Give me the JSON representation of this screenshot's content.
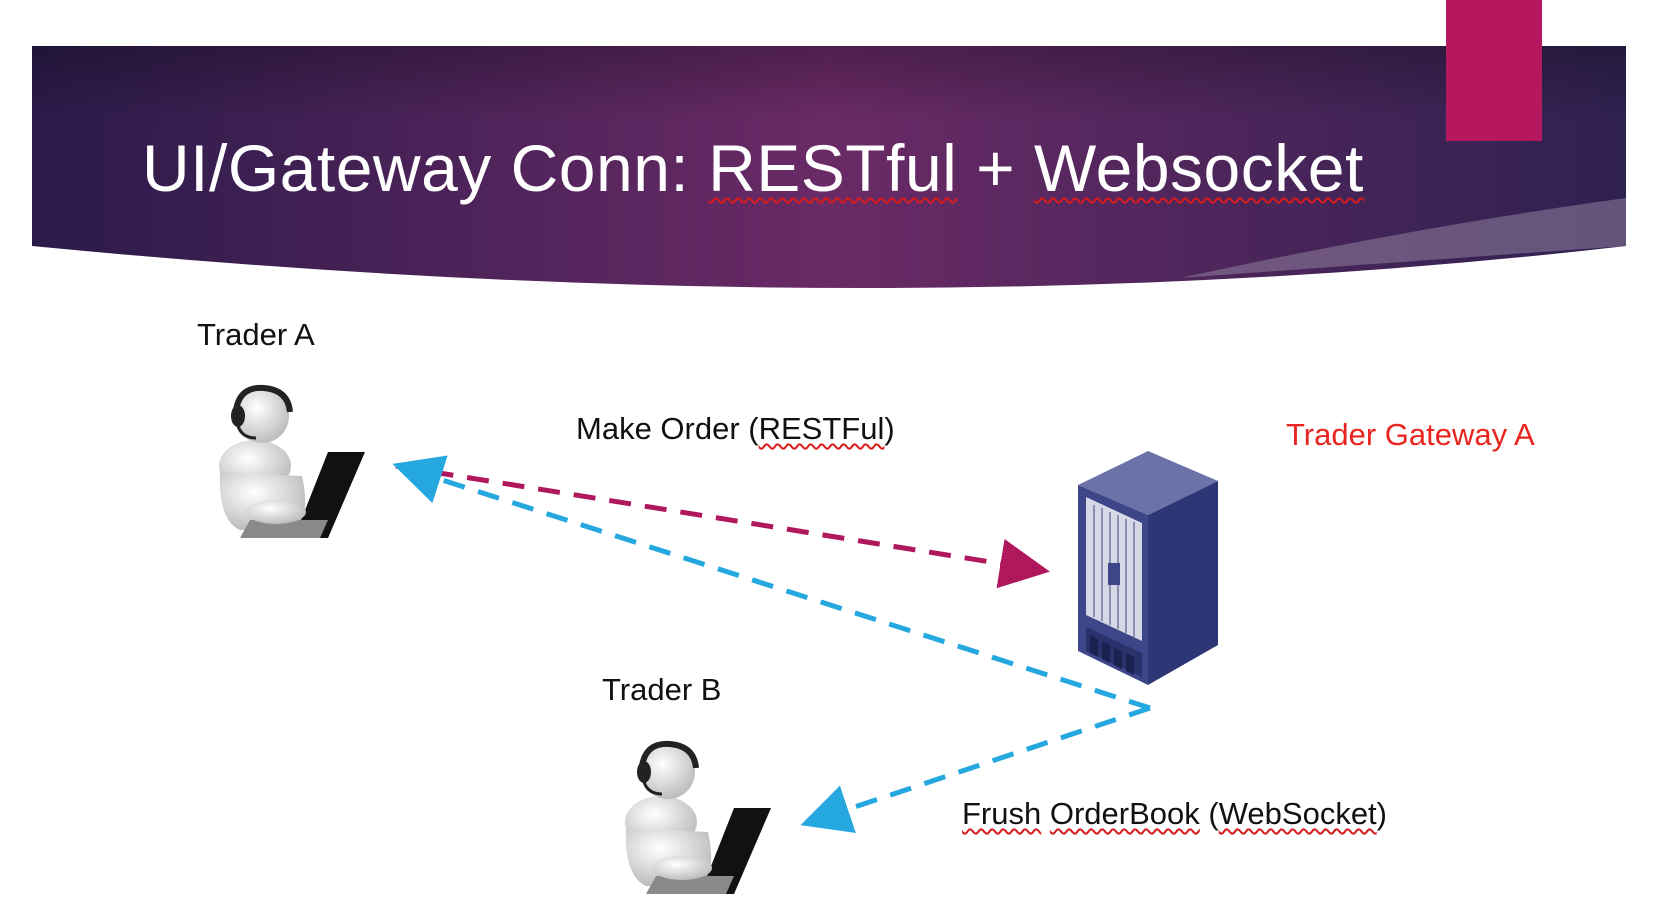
{
  "slide": {
    "title_prefix": "UI/Gateway Conn: ",
    "title_term1": "RESTful",
    "title_plus": " + ",
    "title_term2": "Websocket",
    "accent_colors": {
      "banner_dark": "#2b1b4a",
      "banner_mid": "#6a2a66",
      "accent_tab": "#b5185f",
      "restful_arrow": "#b0185e",
      "websocket_arrow": "#25a8e0",
      "gateway_label": "#e8261f"
    }
  },
  "diagram": {
    "trader_a_label": "Trader A",
    "trader_b_label": "Trader B",
    "gateway_label": "Trader Gateway A",
    "make_order_prefix": "Make Order (",
    "make_order_term": "RESTFul",
    "make_order_suffix": ")",
    "flush_term1": "Frush",
    "flush_term2": "OrderBook",
    "flush_paren_open": " (",
    "flush_term3": "WebSocket",
    "flush_paren_close": ")",
    "icons": [
      "trader-headset-laptop-icon",
      "server-rack-icon"
    ]
  }
}
